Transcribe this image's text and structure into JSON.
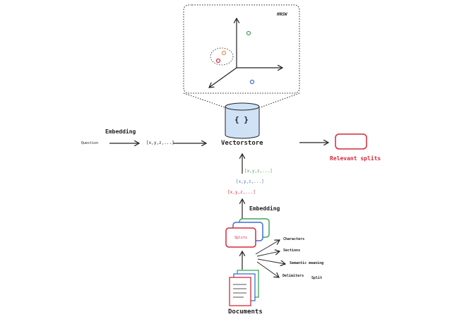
{
  "hnsw": {
    "title": "HNSW"
  },
  "vectorstore": {
    "icon_text": "{ }",
    "label": "Vectorstore"
  },
  "query": {
    "question": "Question",
    "embedding": "Embedding",
    "vector": "[x,y,z,...]"
  },
  "output": {
    "label": "Relevant splits"
  },
  "pipeline": {
    "vector_red": "[x,y,z,...]",
    "vector_blue": "[x,y,z,...]",
    "vector_green": "[x,y,z,...]",
    "embedding": "Embedding",
    "splits": "Splits",
    "documents": "Documents"
  },
  "split_methods": {
    "characters": "Characters",
    "sections": "Sections",
    "semantic": "Semantic meaning",
    "delimiters": "Delimiters",
    "split": "Split"
  },
  "colors": {
    "red": "#d62839",
    "blue": "#3b6fd6",
    "green": "#3fa55a",
    "orange": "#e8943a",
    "cylinder_fill": "#cfe1f5",
    "ink": "#222222"
  }
}
